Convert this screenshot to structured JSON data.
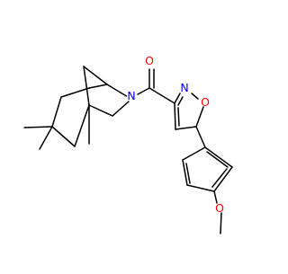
{
  "molecule": {
    "atoms": {
      "carbonyl_oxygen": "O",
      "amide_nitrogen": "N",
      "isoxazole_nitrogen": "N",
      "isoxazole_oxygen": "O",
      "methoxy_oxygen": "O"
    },
    "colors": {
      "bond": "#000000",
      "oxygen": "#ff0000",
      "nitrogen": "#0000ff",
      "background": "#ffffff"
    }
  }
}
